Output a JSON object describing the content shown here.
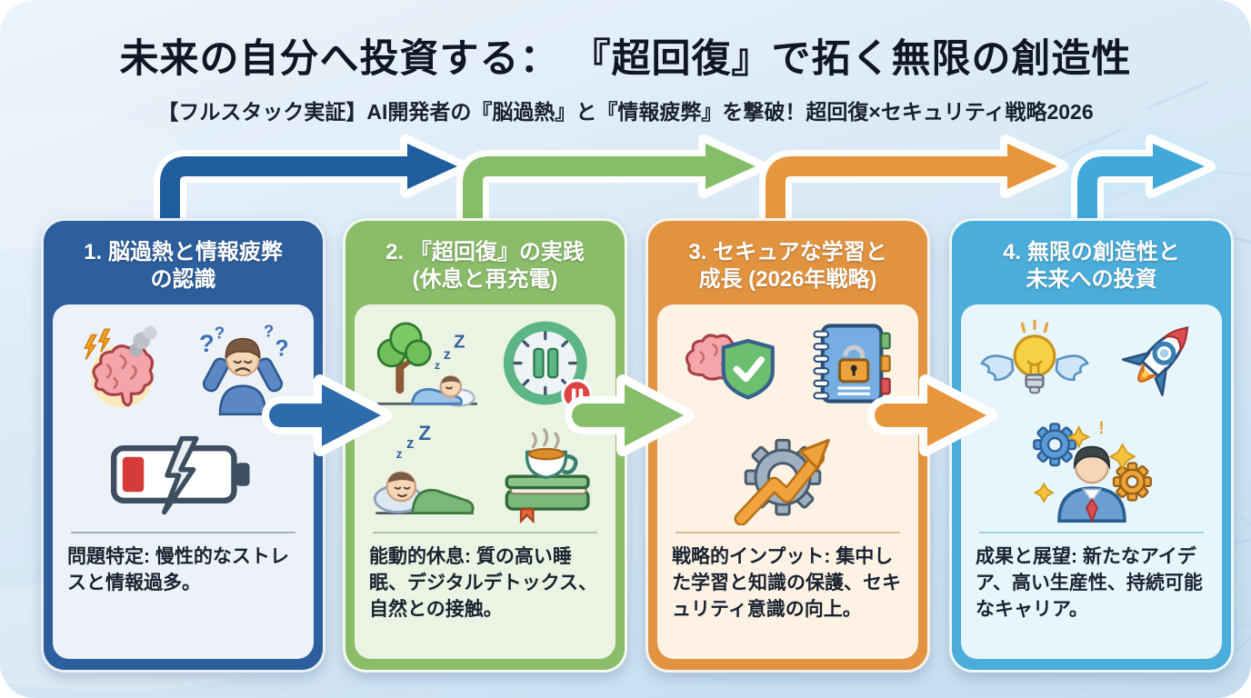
{
  "page": {
    "title": "未来の自分へ投資する： 『超回復』で拓く無限の創造性",
    "subtitle": "【フルスタック実証】AI開発者の『脳過熱』と『情報疲弊』を撃破！超回復×セキュリティ戦略2026"
  },
  "colors": {
    "step1_accent": "#2d5f9e",
    "step2_accent": "#8abc6a",
    "step3_accent": "#e2933f",
    "step4_accent": "#4badda",
    "background_top": "#ecf4fb",
    "background_bottom": "#c3dcee"
  },
  "steps": [
    {
      "number": 1,
      "title": "1. 脳過熱と情報疲弊の認識",
      "title_lines": [
        "1. 脳過熱と情報疲弊",
        "の認識"
      ],
      "description": "問題特定: 慢性的なストレスと情報過多。",
      "icons": [
        "overheated-brain-icon",
        "stressed-person-icon",
        "low-battery-icon"
      ]
    },
    {
      "number": 2,
      "title": "2. 『超回復』の実践 (休息と再充電)",
      "title_lines": [
        "2. 『超回復』の実践",
        "(休息と再充電)"
      ],
      "description": "能動的休息: 質の高い睡眠、デジタルデトックス、自然との接触。",
      "icons": [
        "nap-under-tree-icon",
        "pause-clock-icon",
        "sleeping-person-icon",
        "tea-and-book-icon"
      ]
    },
    {
      "number": 3,
      "title": "3. セキュアな学習と成長 (2026年戦略)",
      "title_lines": [
        "3. セキュアな学習と",
        "成長 (2026年戦略)"
      ],
      "description": "戦略的インプット: 集中した学習と知識の保護、セキュリティ意識の向上。",
      "icons": [
        "brain-shield-icon",
        "locked-notebook-icon",
        "gear-growth-icon"
      ]
    },
    {
      "number": 4,
      "title": "4. 無限の創造性と未来への投資",
      "title_lines": [
        "4. 無限の創造性と",
        "未来への投資"
      ],
      "description": "成果と展望: 新たなアイデア、高い生産性、持続可能なキャリア。",
      "icons": [
        "winged-bulb-icon",
        "rocket-icon",
        "person-gears-icon"
      ]
    }
  ]
}
